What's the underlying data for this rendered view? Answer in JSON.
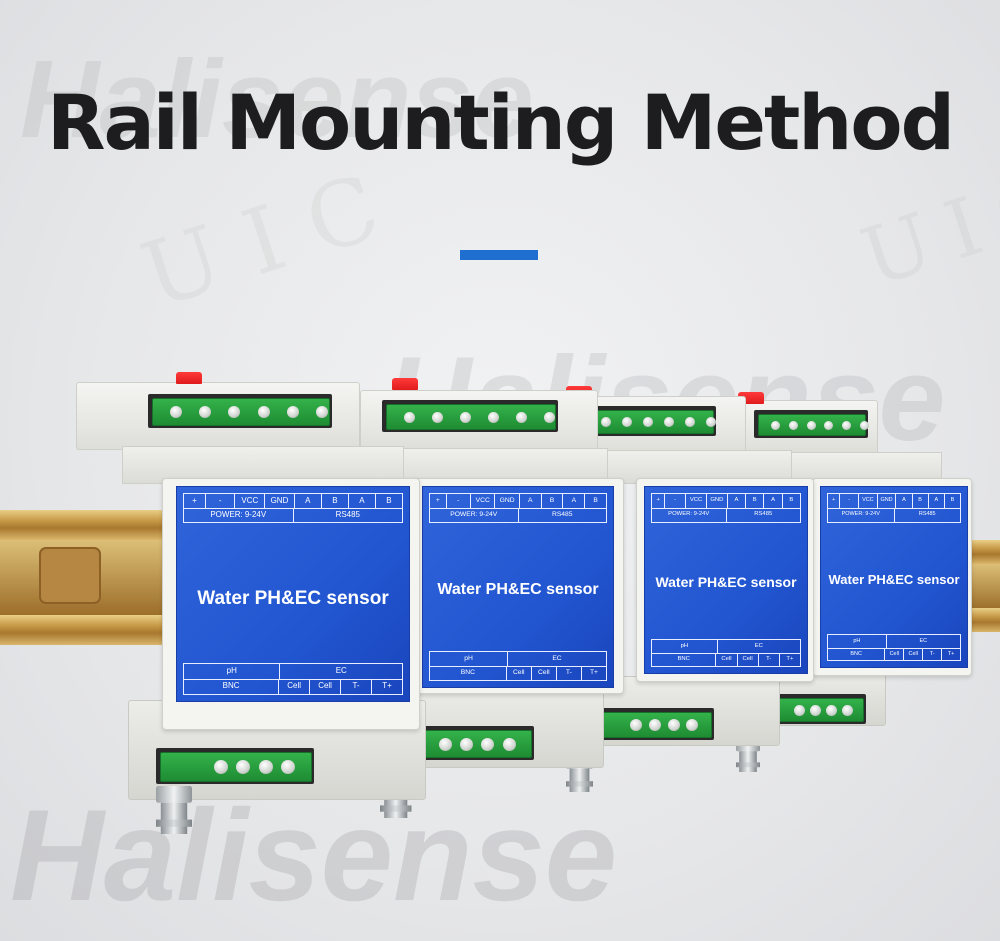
{
  "title": "Rail Mounting Method",
  "watermark": {
    "brand": "Halisense",
    "mark": "UIC"
  },
  "colors": {
    "accent": "#1f6fd1",
    "panel_blue": "#2256d1",
    "terminal_green": "#2aa040",
    "tab_red": "#e01b1b"
  },
  "modules": [
    {
      "top_left": [
        "+",
        "-",
        "VCC",
        "GND",
        "A",
        "B",
        "A",
        "B"
      ],
      "power": "POWER: 9-24V",
      "bus": "RS485",
      "label": "Water PH&EC sensor",
      "ph": "pH",
      "bnc": "BNC",
      "ec": "EC",
      "ec_terms": [
        "Cell",
        "Cell",
        "T-",
        "T+"
      ]
    },
    {
      "top_left": [
        "+",
        "-",
        "VCC",
        "GND",
        "A",
        "B",
        "A",
        "B"
      ],
      "power": "POWER: 9-24V",
      "bus": "RS485",
      "label": "Water PH&EC sensor",
      "ph": "pH",
      "bnc": "BNC",
      "ec": "EC",
      "ec_terms": [
        "Cell",
        "Cell",
        "T-",
        "T+"
      ]
    },
    {
      "top_left": [
        "+",
        "-",
        "VCC",
        "GND",
        "A",
        "B",
        "A",
        "B"
      ],
      "power": "POWER: 9-24V",
      "bus": "RS485",
      "label": "Water PH&EC sensor",
      "ph": "pH",
      "bnc": "BNC",
      "ec": "EC",
      "ec_terms": [
        "Cell",
        "Cell",
        "T-",
        "T+"
      ]
    },
    {
      "top_left": [
        "+",
        "-",
        "VCC",
        "GND",
        "A",
        "B",
        "A",
        "B"
      ],
      "power": "POWER: 9-24V",
      "bus": "RS485",
      "label": "Water PH&EC sensor",
      "ph": "pH",
      "bnc": "BNC",
      "ec": "EC",
      "ec_terms": [
        "Cell",
        "Cell",
        "T-",
        "T+"
      ]
    }
  ]
}
